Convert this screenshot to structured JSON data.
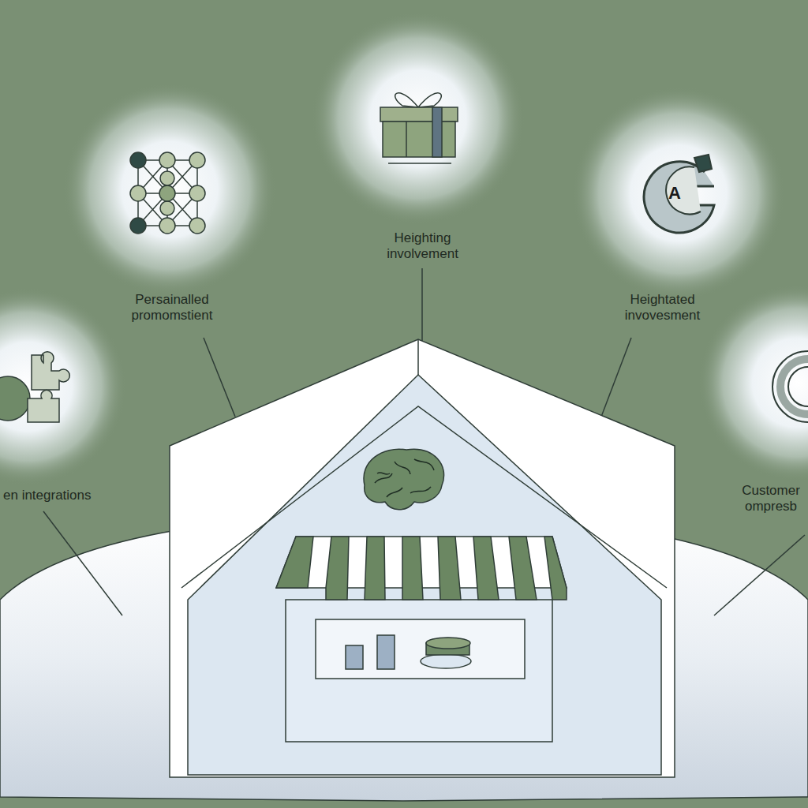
{
  "diagram": {
    "labels": [
      "Persainalled promomstient",
      "Heighting involvement",
      "Heightated invovesment",
      "en integrations",
      "Customer ompresb",
      "A"
    ]
  }
}
